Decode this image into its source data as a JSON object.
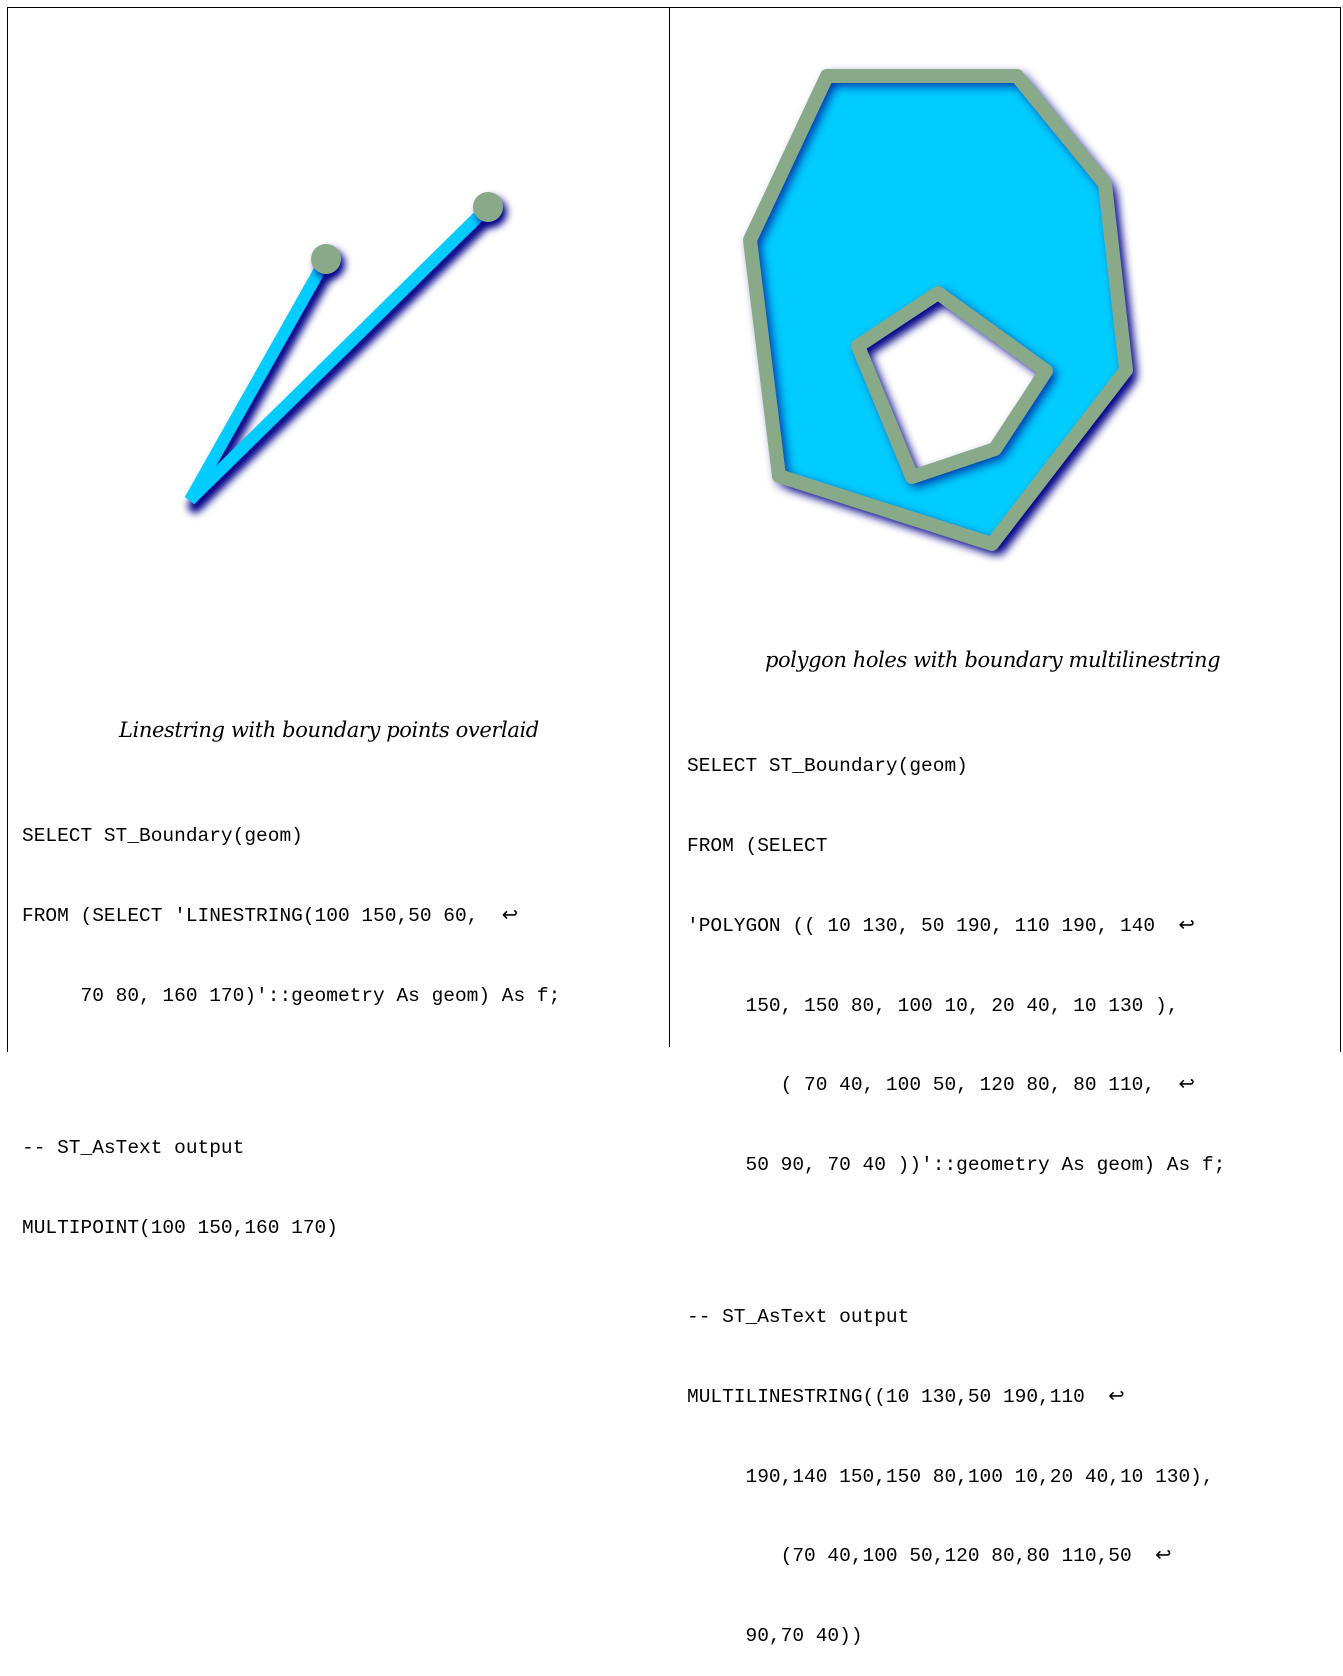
{
  "left_panel": {
    "caption": "Linestring with boundary points overlaid",
    "code_lines": [
      "SELECT ST_Boundary(geom)",
      "FROM (SELECT 'LINESTRING(100 150,50 60,  ↩",
      "     70 80, 160 170)'::geometry As geom) As f;"
    ],
    "output_lines": [
      "-- ST_AsText output",
      "MULTIPOINT(100 150,160 170)"
    ]
  },
  "right_panel": {
    "caption": "polygon holes with boundary multilinestring",
    "code_lines": [
      "SELECT ST_Boundary(geom)",
      "FROM (SELECT",
      "'POLYGON (( 10 130, 50 190, 110 190, 140  ↩",
      "     150, 150 80, 100 10, 20 40, 10 130 ),",
      "        ( 70 40, 100 50, 120 80, 80 110,  ↩",
      "     50 90, 70 40 ))'::geometry As geom) As f;"
    ],
    "output_lines": [
      "-- ST_AsText output",
      "MULTILINESTRING((10 130,50 190,110  ↩",
      "     190,140 150,150 80,100 10,20 40,10 130),",
      "        (70 40,100 50,120 80,80 110,50  ↩",
      "     90,70 40))"
    ]
  },
  "colors": {
    "fill": "#00ccff",
    "boundary": "#88aa88",
    "shadow": "#000088"
  }
}
